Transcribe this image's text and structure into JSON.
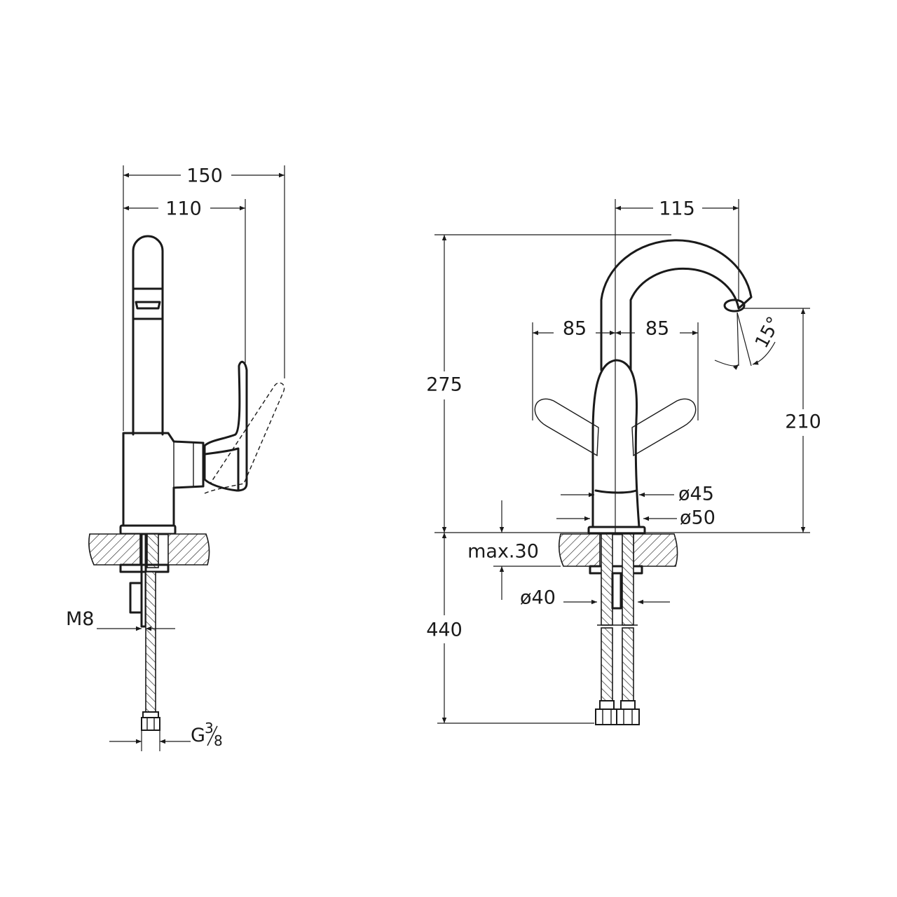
{
  "side_view": {
    "dims": {
      "overall_width": "150",
      "spout_width": "110",
      "thread_rod": "M8",
      "hose_connection_prefix": "G",
      "hose_connection_num": "3",
      "hose_connection_den": "8"
    }
  },
  "front_view": {
    "dims": {
      "spout_reach": "115",
      "lever_left": "85",
      "lever_right": "85",
      "spout_angle": "15°",
      "total_height": "275",
      "spout_height": "210",
      "body_diameter": "ø45",
      "base_diameter": "ø50",
      "max_deck_thickness": "max.30",
      "hole_diameter": "ø40",
      "hose_length": "440"
    }
  }
}
